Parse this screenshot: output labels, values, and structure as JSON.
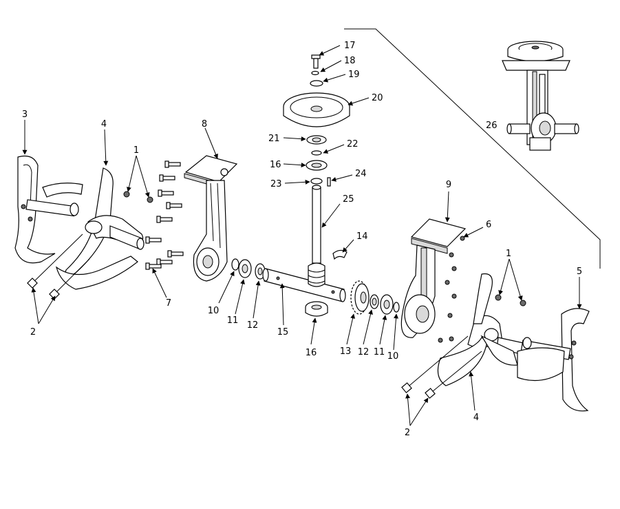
{
  "callouts": {
    "c1a": "1",
    "c1b": "1",
    "c2a": "2",
    "c2b": "2",
    "c3": "3",
    "c4a": "4",
    "c4b": "4",
    "c5": "5",
    "c6": "6",
    "c7": "7",
    "c8": "8",
    "c9": "9",
    "c10a": "10",
    "c10b": "10",
    "c11a": "11",
    "c11b": "11",
    "c12a": "12",
    "c12b": "12",
    "c13": "13",
    "c14": "14",
    "c15": "15",
    "c16a": "16",
    "c16b": "16",
    "c17": "17",
    "c18": "18",
    "c19": "19",
    "c20": "20",
    "c21": "21",
    "c22": "22",
    "c23": "23",
    "c24": "24",
    "c25": "25",
    "c26": "26"
  },
  "colors": {
    "ink": "#000000",
    "background": "#ffffff",
    "shade": "#d9d9d9"
  }
}
